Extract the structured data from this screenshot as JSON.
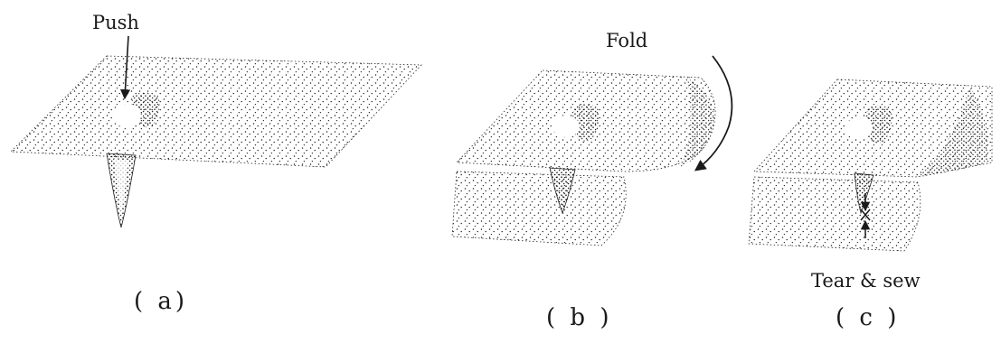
{
  "figure": {
    "ink_color": "#1a1a1a",
    "background": "#ffffff",
    "panels": [
      {
        "label": "( a)",
        "annotation": "Push"
      },
      {
        "label": "( b )",
        "annotation": "Fold"
      },
      {
        "label": "( c )",
        "annotation": "Tear & sew"
      }
    ]
  }
}
